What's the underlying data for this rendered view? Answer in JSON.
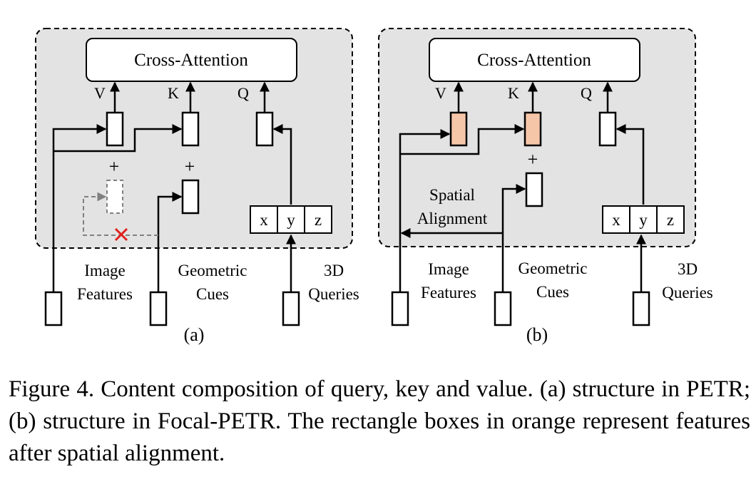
{
  "panel_a": {
    "cross_attention": "Cross-Attention",
    "label_v": "V",
    "label_k": "K",
    "label_q": "Q",
    "plus_1": "+",
    "plus_2": "+",
    "coord_x": "x",
    "coord_y": "y",
    "coord_z": "z",
    "input_image_line1": "Image",
    "input_image_line2": "Features",
    "input_geo_line1": "Geometric",
    "input_geo_line2": "Cues",
    "input_q_line1": "3D",
    "input_q_line2": "Queries",
    "sub_label": "(a)"
  },
  "panel_b": {
    "cross_attention": "Cross-Attention",
    "label_v": "V",
    "label_k": "K",
    "label_q": "Q",
    "plus_1": "+",
    "spatial_line1": "Spatial",
    "spatial_line2": "Alignment",
    "coord_x": "x",
    "coord_y": "y",
    "coord_z": "z",
    "input_image_line1": "Image",
    "input_image_line2": "Features",
    "input_geo_line1": "Geometric",
    "input_geo_line2": "Cues",
    "input_q_line1": "3D",
    "input_q_line2": "Queries",
    "sub_label": "(b)"
  },
  "colors": {
    "panel_bg": "#e3e3e3",
    "aligned_feature_fill": "#f6c6a8",
    "removed_mark": "#e0201c",
    "dashed_path": "#808080"
  },
  "caption": "Figure 4. Content composition of query, key and value. (a) structure in PETR; (b) structure in Focal-PETR. The rectangle boxes in orange represent features after spatial alignment."
}
